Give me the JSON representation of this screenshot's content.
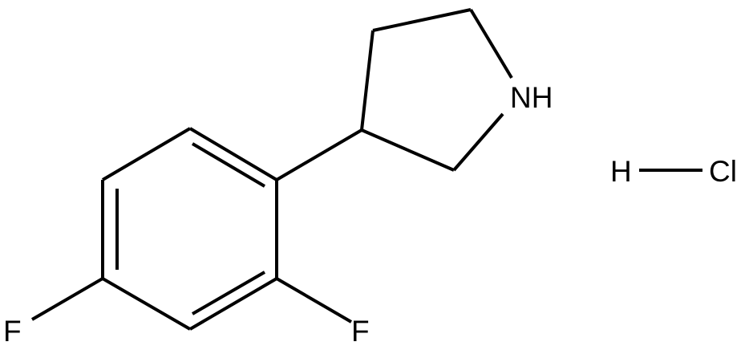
{
  "diagram": {
    "type": "chemical-structure",
    "atoms": {
      "nh": "NH",
      "f_ortho": "F",
      "f_para": "F",
      "h": "H",
      "cl": "Cl"
    },
    "colors": {
      "bond": "#000000",
      "label": "#000000",
      "background": "#ffffff"
    }
  }
}
